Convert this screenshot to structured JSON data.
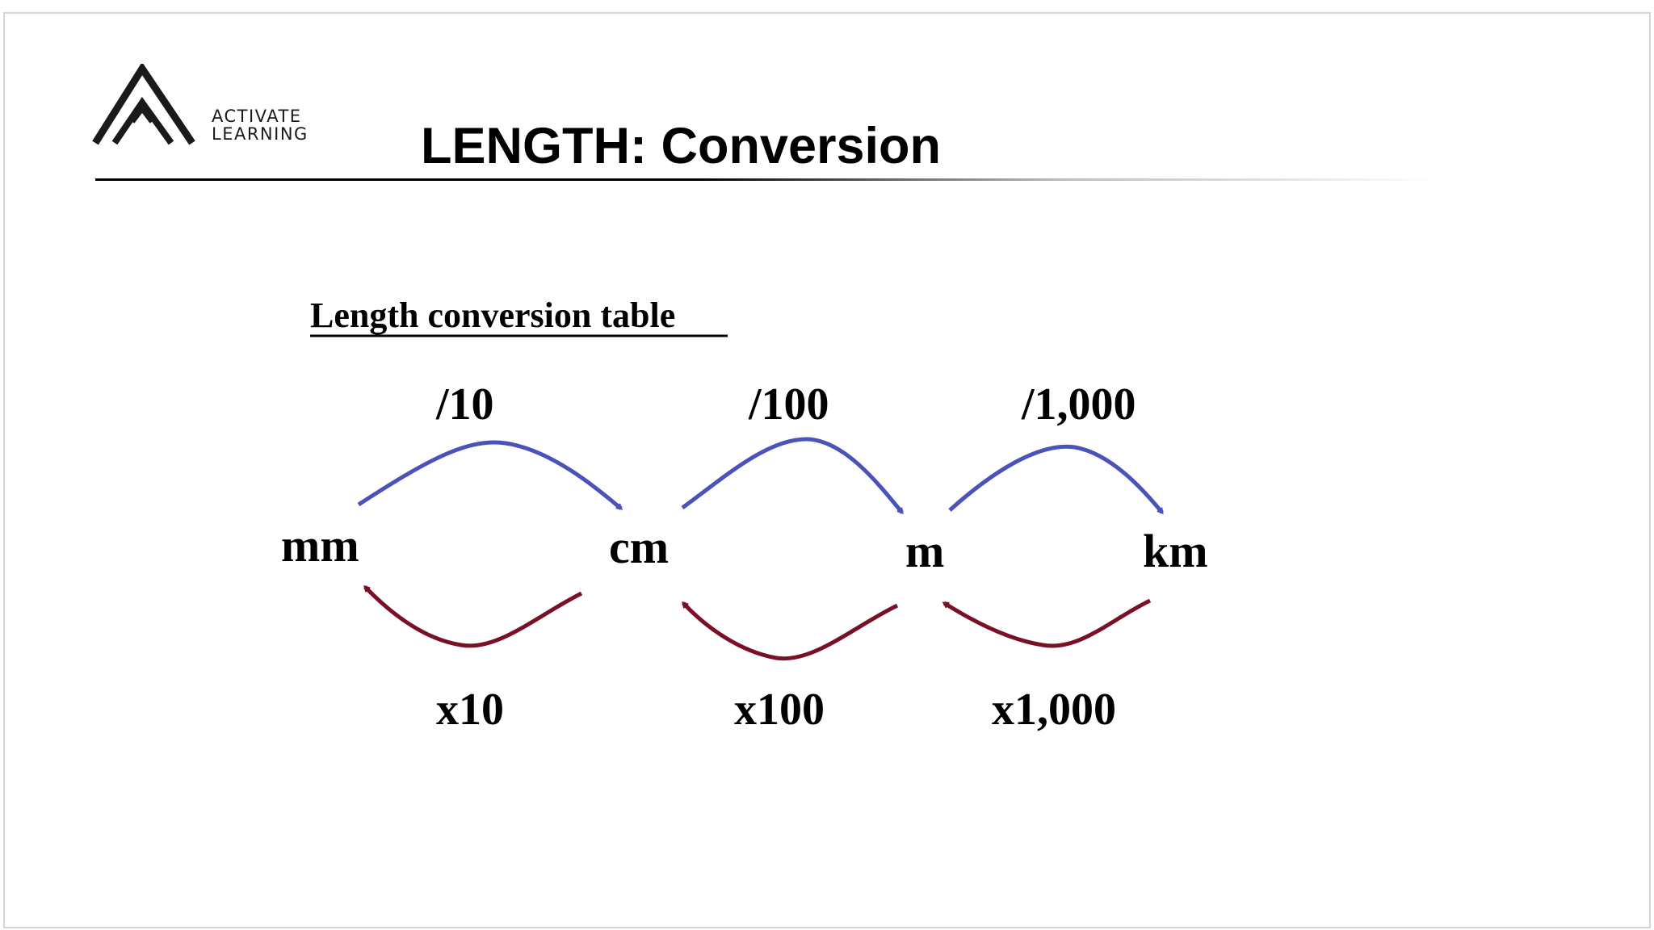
{
  "logo": {
    "line1": "ACTIVATE",
    "line2": "LEARNING"
  },
  "title": "LENGTH: Conversion",
  "diagram": {
    "heading": "Length conversion table",
    "units": [
      "mm",
      "cm",
      "m",
      "km"
    ],
    "divide_labels": [
      "/10",
      "/100",
      "/1,000"
    ],
    "multiply_labels": [
      "x10",
      "x100",
      "x1,000"
    ],
    "colors": {
      "divide_arrow": "#4b52b8",
      "multiply_arrow": "#7a1026",
      "text": "#000000"
    }
  }
}
